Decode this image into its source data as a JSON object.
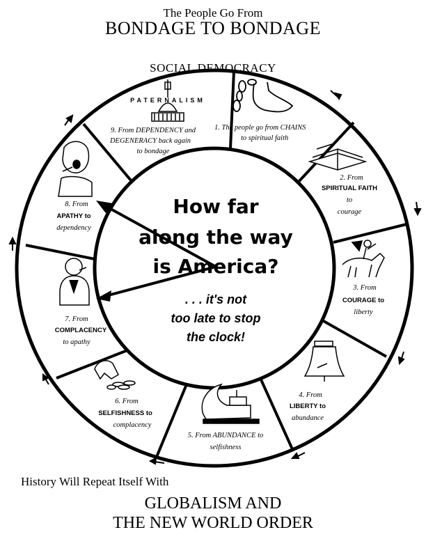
{
  "header": {
    "subtitle": "The People  Go From",
    "title": "BONDAGE TO BONDAGE",
    "social": "SOCIAL DEMOCRACY"
  },
  "center": {
    "line1": "How far",
    "line2": "along the way",
    "line3": "is America?",
    "line4": ". . . it's not",
    "line5": "too late to stop",
    "line6": "the clock!"
  },
  "segments": [
    {
      "label": "1. The people go from CHAINS",
      "sub": "to spiritual faith"
    },
    {
      "l1": "2. From",
      "l2": "SPIRITUAL FAITH",
      "l3": "to",
      "l4": "courage"
    },
    {
      "l1": "3. From",
      "l2": "COURAGE to",
      "l3": "liberty"
    },
    {
      "l1": "4. From",
      "l2": "LIBERTY to",
      "l3": "abundance"
    },
    {
      "l1": "5. From ABUNDANCE to",
      "l2": "selfishness"
    },
    {
      "l1": "6. From",
      "l2": "SELFISHNESS to",
      "l3": "complacency"
    },
    {
      "l1": "7. From",
      "l2": "COMPLACENCY",
      "l3": "to apathy"
    },
    {
      "l1": "8. From",
      "l2": "APATHY to",
      "l3": "dependency"
    },
    {
      "l1": "9. From DEPENDENCY and",
      "l2": "DEGENERACY back again",
      "l3": "to bondage"
    }
  ],
  "paternalism": "PATERNALISM",
  "footer": {
    "sub": "History Will Repeat Itself With",
    "line1": "GLOBALISM AND",
    "line2": "THE NEW WORLD ORDER"
  },
  "icons": [
    "capitol-icon",
    "chained-foot-icon",
    "open-book-icon",
    "horse-rider-icon",
    "liberty-bell-icon",
    "cornucopia-icon",
    "grasping-hand-icon",
    "complacent-man-icon",
    "yawning-man-icon"
  ]
}
